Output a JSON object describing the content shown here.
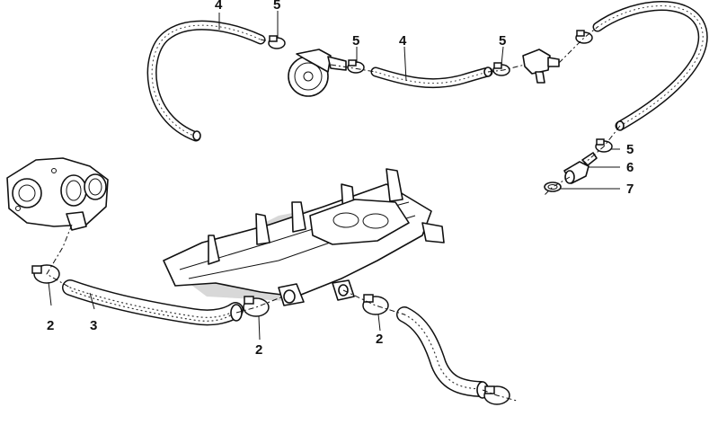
{
  "diagram": {
    "callouts": [
      {
        "id": "c4a",
        "label": "4"
      },
      {
        "id": "c5a",
        "label": "5"
      },
      {
        "id": "c5b",
        "label": "5"
      },
      {
        "id": "c4b",
        "label": "4"
      },
      {
        "id": "c5c",
        "label": "5"
      },
      {
        "id": "c5d",
        "label": "5"
      },
      {
        "id": "c6",
        "label": "6"
      },
      {
        "id": "c7",
        "label": "7"
      },
      {
        "id": "c2a",
        "label": "2"
      },
      {
        "id": "c3",
        "label": "3"
      },
      {
        "id": "c2b",
        "label": "2"
      },
      {
        "id": "c2c",
        "label": "2"
      }
    ],
    "parts": [
      {
        "id": "hose-4-left"
      },
      {
        "id": "hose-4-middle"
      },
      {
        "id": "hose-4-right"
      },
      {
        "id": "hose-3"
      },
      {
        "id": "hose-lower-right"
      },
      {
        "id": "intake-manifold"
      },
      {
        "id": "thermostat-housing"
      },
      {
        "id": "valve-round"
      },
      {
        "id": "valve-small"
      },
      {
        "id": "nipple-6"
      },
      {
        "id": "ring-7"
      }
    ]
  }
}
